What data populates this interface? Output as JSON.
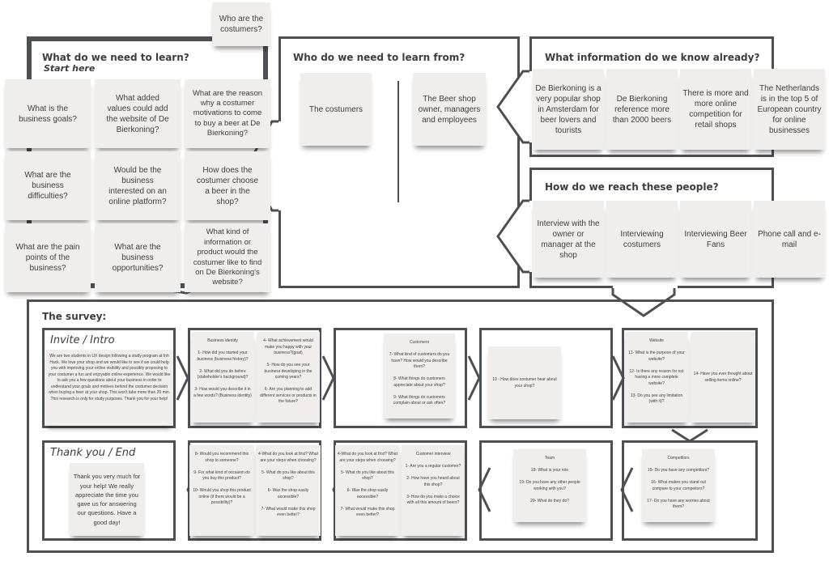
{
  "learn": {
    "title": "What do we need to learn?",
    "subtitle": "Start here",
    "notes": [
      "Who are the\ncostumers?",
      "What is the\nbusiness  goals?",
      "What added\nvalues could add\nthe website of De\nBierkoning?",
      "What are the reason\nwhy a costumer\nmotivations to come\nto buy a beer at De\nBierkoning?",
      "How does the\ncostumer choose\na beer in the\nshop?",
      "What are the\nbusiness\ndifficulties?",
      "Would be the\nbusiness\ninterested on an\nonline platform?",
      "What are the pain\npoints of the\nbusiness?",
      "What are the\nbusiness\nopportunities?",
      "What kind of\ninformation or\nproduct would the\ncostumer like to find\non De Bierkoning's\nwebsite?"
    ]
  },
  "who": {
    "title": "Who do we need to learn from?",
    "notes": [
      "The costumers",
      "The Beer shop\nowner, managers\nand employees"
    ]
  },
  "know": {
    "title": "What information do we know already?",
    "notes": [
      "De Bierkoning is a\nvery popular shop\nin Amsterdam for\nbeer lovers and\ntourists",
      "De Bierkoning\nreference more\nthan 2000 beers",
      "There is more and\nmore online\ncompetition for\nretail shops",
      "The Netherlands\nis in the top 5 of\nEuropean country\nfor online\nbusinesses"
    ]
  },
  "reach": {
    "title": "How do we reach these people?",
    "notes": [
      "Interview with the\nowner or\nmanager at the\nshop",
      "Interviewing\ncostumers",
      "Interviewing Beer\nFans",
      "Phone call and e-\nmail"
    ]
  },
  "survey": {
    "title": "The survey:",
    "intro_title": "Invite / Intro",
    "end_title": "Thank you / End",
    "notes": {
      "intro": "We are two students in UX design following a study program at Inh Hack. We love your shop and we would like to see if we could help you with improving your online visibility and possibly proposing to your costumer a fun and enjoyable online experience. We would like to ask you a few questions about your business in order to understand your goals and motives behind the costumer decision when buying a beer at your shop. This won't take more than 20 min. This research is only for study purposes. Thank you for your help!",
      "identity": "Business identity\n\n1- How did you started your business (business history)?\n\n2- What did you do before (stakeholder's background)?\n\n3- How would you describe it in a few words? (Business identity)",
      "identity2": "4- What achievement would make you happy with your business?(goal)\n\n5- How do you see your business developing in the coming years?\n\n6- Are you planning to add different services or products in the future?",
      "customers": "Customers\n\n7- What kind of customers do you have? How would you describe them?\n\n8- What things do customers appreciate about your shop?\n\n9- What things do customers complain about or ask often?",
      "hear": "10 - How does costumer hear about your shop?",
      "website": "Website\n\n11- What is the purpose of your website?\n\n12- Is there any reason for not having a more complete website?\n\n13- Do you see any limitation (with it)?",
      "online": "14- Have you ever thought about selling items online?",
      "thanks": "Thank you very much for your help! We really appreciate the time you gave us for answering our questions. Have a good day!",
      "recommend": "8- Would you recommend this shop to someone?\n\n9- For what kind of occasion do you buy this product?\n\n10- Would you shop this product online (if there would be a possibility)?",
      "look1": "4-What do you look at first? What are your steps when choosing?\n\n5- What do you like about this shop?\n\n6- Was the shop easily accessible?\n\n7- What would make this shop even better?",
      "look2": "4-What do you look at first? What are your steps when choosing?\n\n5- What do you like about this shop?\n\n6- Was the shop easily accessible?\n\n7- What would make this shop even better?",
      "interview": "Customer interview\n\n1- Are you a regular customer?\n\n2- How have you heard about this shop?\n\n3- How do you make a choice with all this amount of beers?",
      "team": "Team\n\n18- What is your role\n\n19- Do you have any other people working with you?\n\n20- What do they do?",
      "competitors": "Competitors\n\n15- Do you have any competitors?\n\n16- What makes you stand out compare to your compeitors?\n\n17- Do you have any worries about them?"
    }
  },
  "colors": {
    "frame": "#4e4f53",
    "note": "#efeeec"
  }
}
